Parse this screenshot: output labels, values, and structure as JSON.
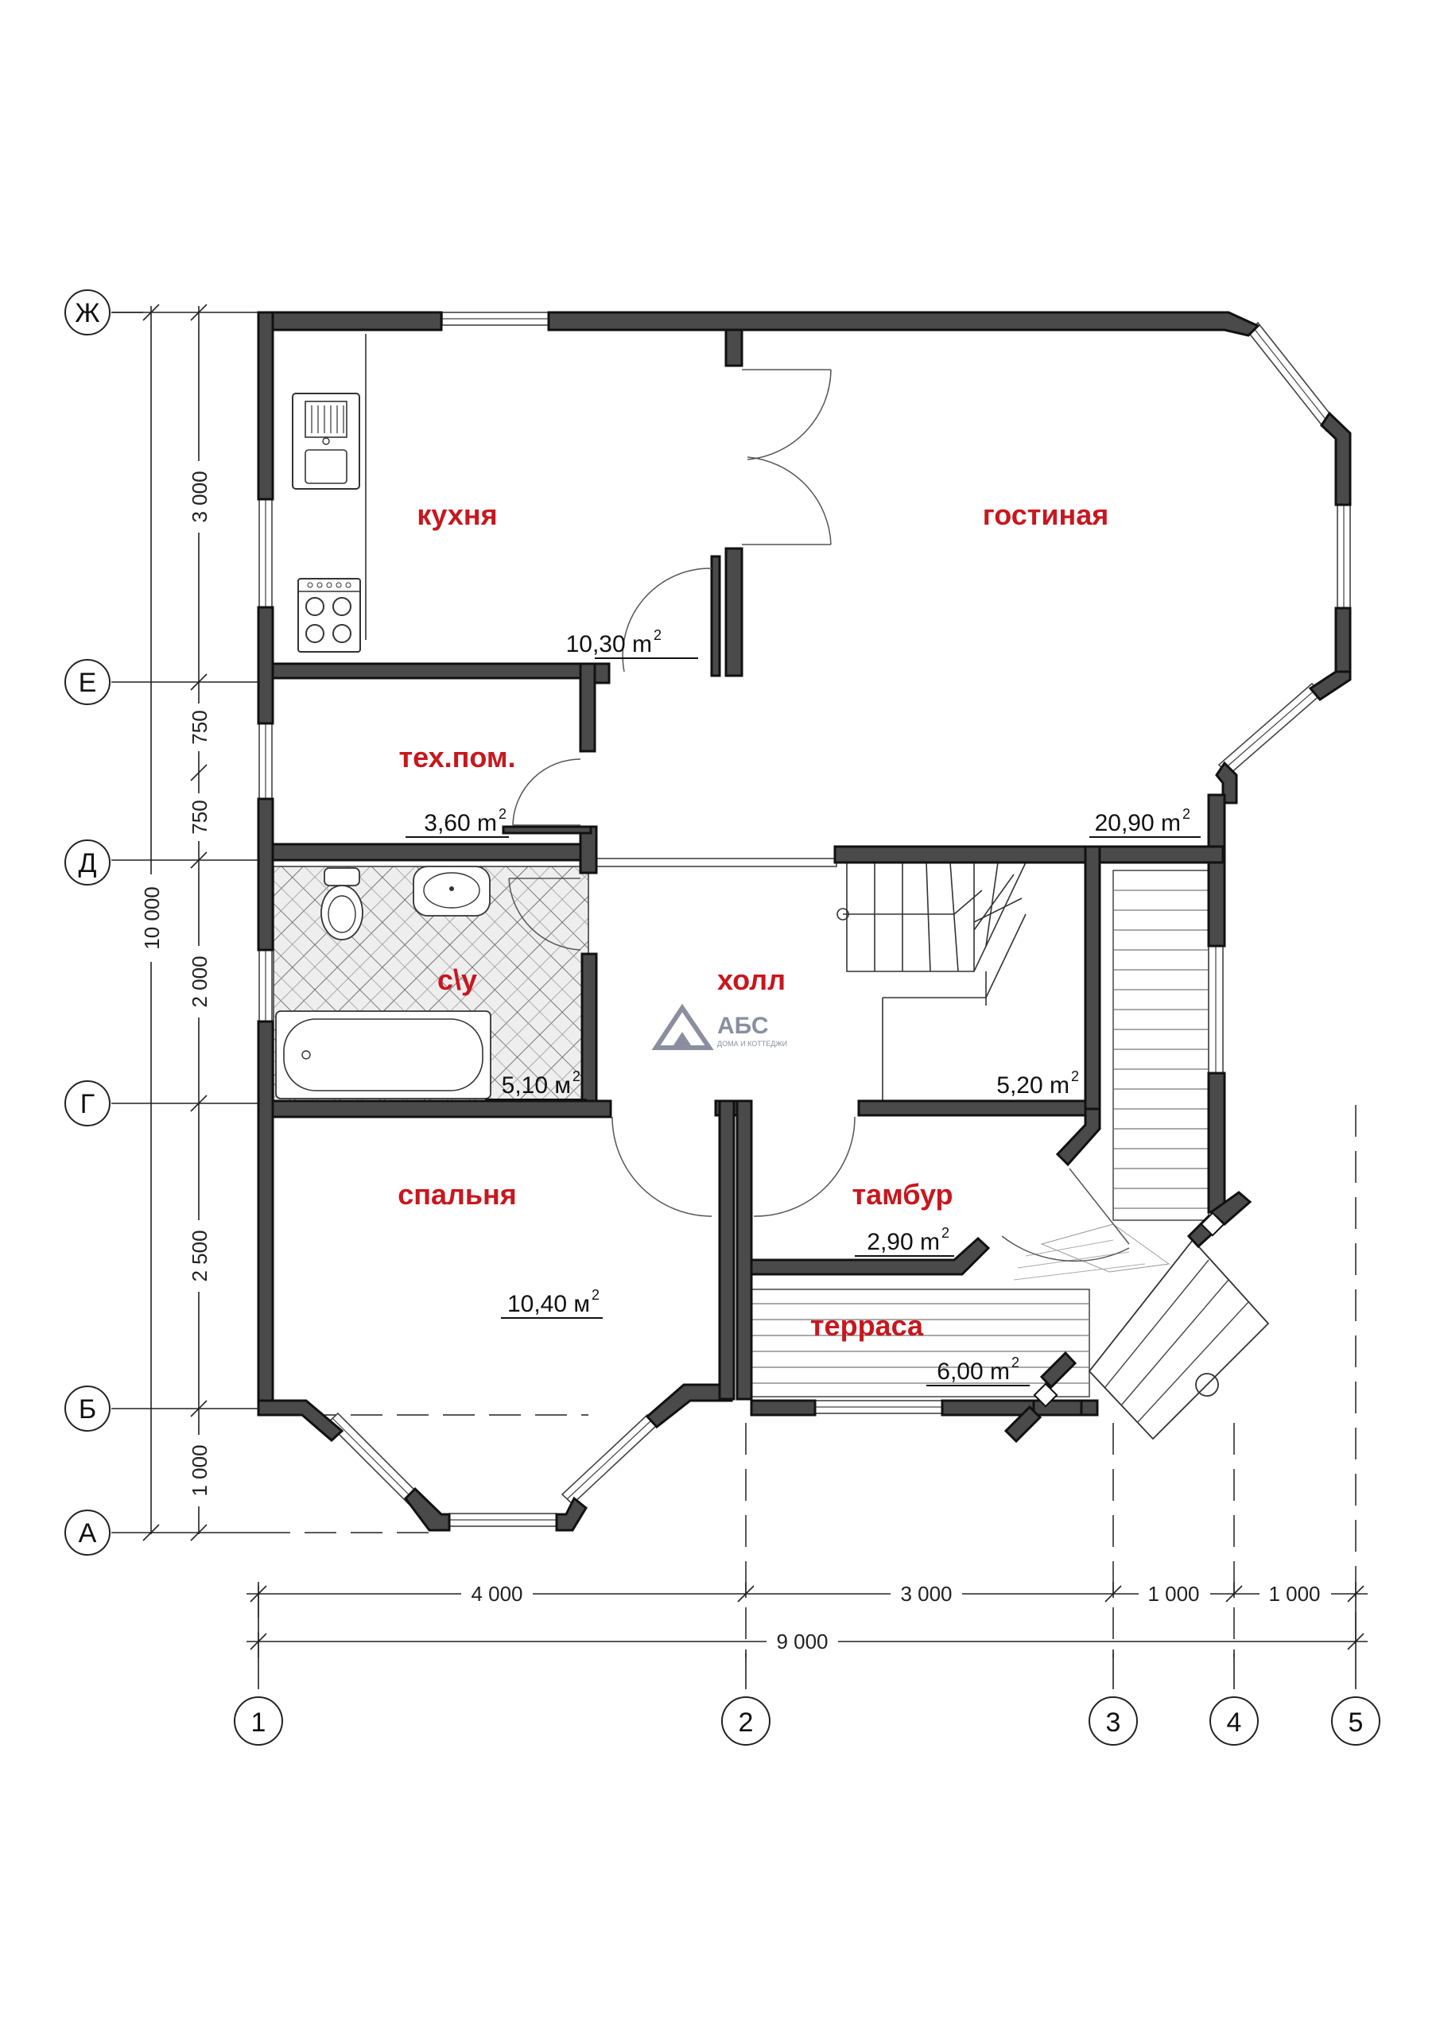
{
  "colors": {
    "wall": "#4a4a4a",
    "room_name": "#c8171e",
    "line": "#222222",
    "logo": "#8a8fa0"
  },
  "rooms": {
    "kitchen": {
      "name": "кухня",
      "area": "10,30 m",
      "unit_sup": "2"
    },
    "living": {
      "name": "гостиная",
      "area": "20,90 m",
      "unit_sup": "2"
    },
    "tech": {
      "name": "тех.пом.",
      "area": "3,60 m",
      "unit_sup": "2"
    },
    "bath": {
      "name": "с\\у",
      "area": "5,10 м",
      "unit_sup": "2"
    },
    "hall": {
      "name": "холл",
      "area": "5,20 m",
      "unit_sup": "2"
    },
    "bedroom": {
      "name": "спальня",
      "area": "10,40 м",
      "unit_sup": "2"
    },
    "vestibule": {
      "name": "тамбур",
      "area": "2,90 m",
      "unit_sup": "2"
    },
    "terrace": {
      "name": "терраса",
      "area": "6,00 m",
      "unit_sup": "2"
    }
  },
  "logo": {
    "name": "АБС",
    "tagline": "ДОМА И КОТТЕДЖИ",
    "icon": "house-triangle-icon"
  },
  "axes": {
    "rows": [
      "Ж",
      "Е",
      "Д",
      "Г",
      "Б",
      "А"
    ],
    "columns": [
      "1",
      "2",
      "3",
      "4",
      "5"
    ]
  },
  "dimensions": {
    "vertical": [
      "3 000",
      "750",
      "750",
      "2 000",
      "2 500",
      "1 000"
    ],
    "vertical_total": "10 000",
    "horizontal": [
      "4 000",
      "3 000",
      "1 000",
      "1 000"
    ],
    "horizontal_total": "9 000"
  }
}
